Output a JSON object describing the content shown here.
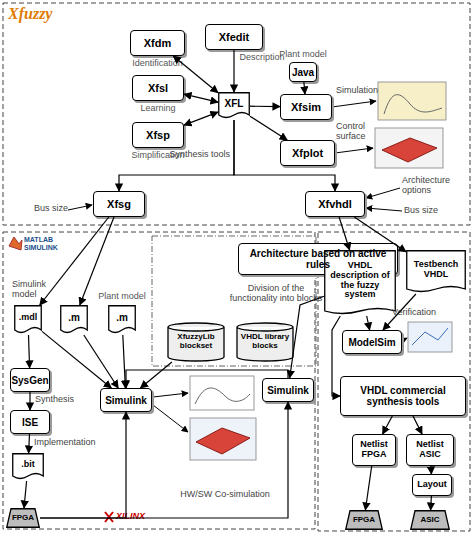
{
  "diagram": {
    "nodes": [
      {
        "text": [
          "Xfdm",
          "Identification"
        ]
      },
      {
        "text": [
          "Xfedit",
          "Description"
        ]
      },
      {
        "text": [
          "Plant model",
          "Java"
        ]
      },
      {
        "text": [
          "Xfsl",
          "Learning"
        ]
      },
      {
        "text": [
          "XFL"
        ]
      },
      {
        "text": [
          "Xfsim"
        ]
      },
      {
        "text": [
          "Xfsp",
          "Simplification"
        ]
      },
      {
        "text": [
          "Xfplot"
        ]
      },
      {
        "text": [
          "Xfsg"
        ]
      },
      {
        "text": [
          "Xfvhdl"
        ]
      },
      {
        "text": [
          "Architecture based on active rules"
        ]
      },
      {
        "text": [
          "XfuzzyLib blockset"
        ]
      },
      {
        "text": [
          "VHDL library blocks"
        ]
      },
      {
        "text": [
          ".mdl"
        ]
      },
      {
        "text": [
          ".m"
        ]
      },
      {
        "text": [
          "Plant model",
          ".m"
        ]
      },
      {
        "text": [
          "SysGen"
        ]
      },
      {
        "text": [
          "ISE"
        ]
      },
      {
        "text": [
          ".bit"
        ]
      },
      {
        "text": [
          "FPGA"
        ]
      },
      {
        "text": [
          "Simulink"
        ]
      },
      {
        "text": [
          "Simulink"
        ]
      },
      {
        "text": [
          "VHDL description of the fuzzy system"
        ]
      },
      {
        "text": [
          "Testbench VHDL"
        ]
      },
      {
        "text": [
          "ModelSim"
        ]
      },
      {
        "text": [
          "VHDL commercial synthesis tools"
        ]
      },
      {
        "text": [
          "Netlist FPGA"
        ]
      },
      {
        "text": [
          "Netlist ASIC"
        ]
      },
      {
        "text": [
          "Layout"
        ]
      },
      {
        "text": [
          "FPGA"
        ]
      },
      {
        "text": [
          "ASIC"
        ]
      }
    ],
    "edges": [
      {
        "from": 1,
        "to": 4,
        "arrow": "to"
      },
      {
        "from": 0,
        "to": 4,
        "arrow": "both"
      },
      {
        "from": 3,
        "to": 4,
        "arrow": "both"
      },
      {
        "from": 6,
        "to": 4,
        "arrow": "both"
      },
      {
        "from": 4,
        "to": 5,
        "arrow": "to"
      },
      {
        "from": 2,
        "to": 5,
        "arrow": "to"
      },
      {
        "from": 4,
        "to": 7,
        "arrow": "to"
      },
      {
        "from": 4,
        "to": 8,
        "arrow": "to"
      },
      {
        "from": 4,
        "to": 9,
        "arrow": "to"
      },
      {
        "from": 8,
        "to": 13,
        "arrow": "to"
      },
      {
        "from": 8,
        "to": 14,
        "arrow": "to"
      },
      {
        "from": 13,
        "to": 16,
        "arrow": "to"
      },
      {
        "from": 16,
        "to": 17,
        "arrow": "to",
        "label": "Synthesis"
      },
      {
        "from": 17,
        "to": 18,
        "arrow": "to",
        "label": "Implementation"
      },
      {
        "from": 18,
        "to": 19,
        "arrow": "to"
      },
      {
        "from": 13,
        "to": 20,
        "arrow": "to"
      },
      {
        "from": 14,
        "to": 20,
        "arrow": "to"
      },
      {
        "from": 15,
        "to": 20,
        "arrow": "to"
      },
      {
        "from": 19,
        "to": 20,
        "arrow": "to"
      },
      {
        "from": 19,
        "to": 21,
        "arrow": "to"
      },
      {
        "from": 21,
        "to": 20,
        "arrow": "to"
      },
      {
        "from": 9,
        "to": 22,
        "arrow": "to"
      },
      {
        "from": 9,
        "to": 23,
        "arrow": "to"
      },
      {
        "from": 22,
        "to": 21,
        "arrow": "to"
      },
      {
        "from": 22,
        "to": 24,
        "arrow": "to"
      },
      {
        "from": 23,
        "to": 24,
        "arrow": "to"
      },
      {
        "from": 22,
        "to": 25,
        "arrow": "to"
      },
      {
        "from": 25,
        "to": 26,
        "arrow": "to"
      },
      {
        "from": 25,
        "to": 27,
        "arrow": "to"
      },
      {
        "from": 26,
        "to": 29,
        "arrow": "to"
      },
      {
        "from": 27,
        "to": 28,
        "arrow": "to"
      },
      {
        "from": 28,
        "to": 30,
        "arrow": "to"
      },
      {
        "from": 11,
        "to": 20,
        "arrow": "to"
      }
    ],
    "labels": [
      "Xfuzzy",
      "Synthesis tools",
      "Simulation",
      "Control surface",
      "Bus size",
      "Architecture options",
      "Bus size",
      "MATLAB SIMULINK",
      "Simulink model",
      "Division of the functionality into blocks",
      "Verification",
      "HW/SW Co-simulation",
      "XILINX"
    ]
  }
}
